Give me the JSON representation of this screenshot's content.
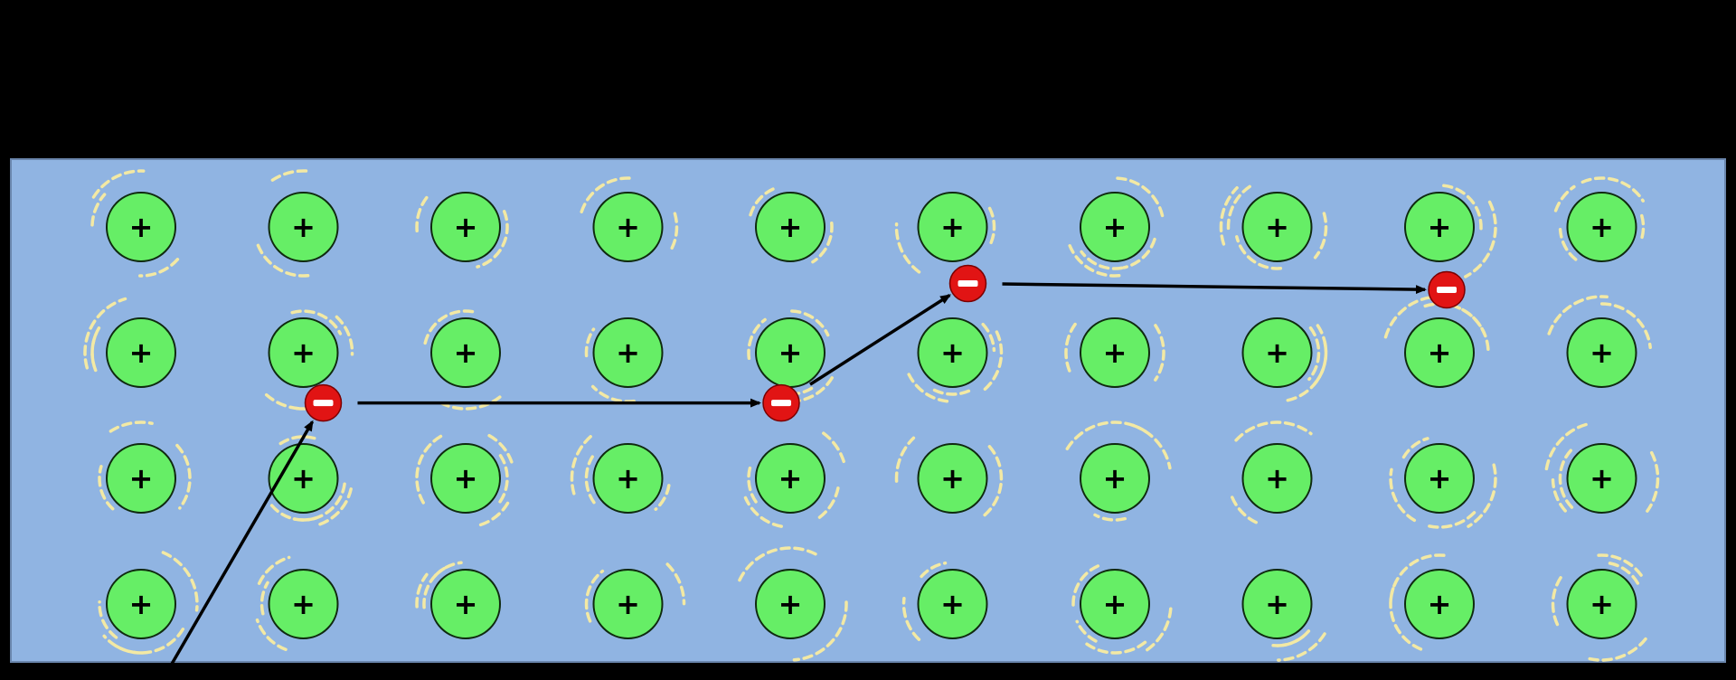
{
  "diagram": {
    "colors": {
      "page_background": "#000000",
      "lattice_background": "#90b4e2",
      "lattice_border": "#6a86ad",
      "ion_fill": "#66ee66",
      "ion_stroke": "#0f2a0f",
      "vibration_marks": "#f3e9a4",
      "electron_fill": "#e11414",
      "electron_sign": "#ffffff",
      "arrow": "#000000"
    },
    "ion_grid": {
      "rows": 4,
      "cols": 10
    },
    "ion_label": "+",
    "electron_label": "−",
    "electron_path": [
      {
        "step": "start",
        "col": 0,
        "row": 3.55
      },
      {
        "step": "electron-1",
        "col": 1,
        "row": 1.4
      },
      {
        "step": "electron-2",
        "col": 4,
        "row": 1.4
      },
      {
        "step": "electron-3",
        "col": 5,
        "row": 0.45
      },
      {
        "step": "electron-4",
        "col": 8,
        "row": 0.5
      }
    ]
  }
}
